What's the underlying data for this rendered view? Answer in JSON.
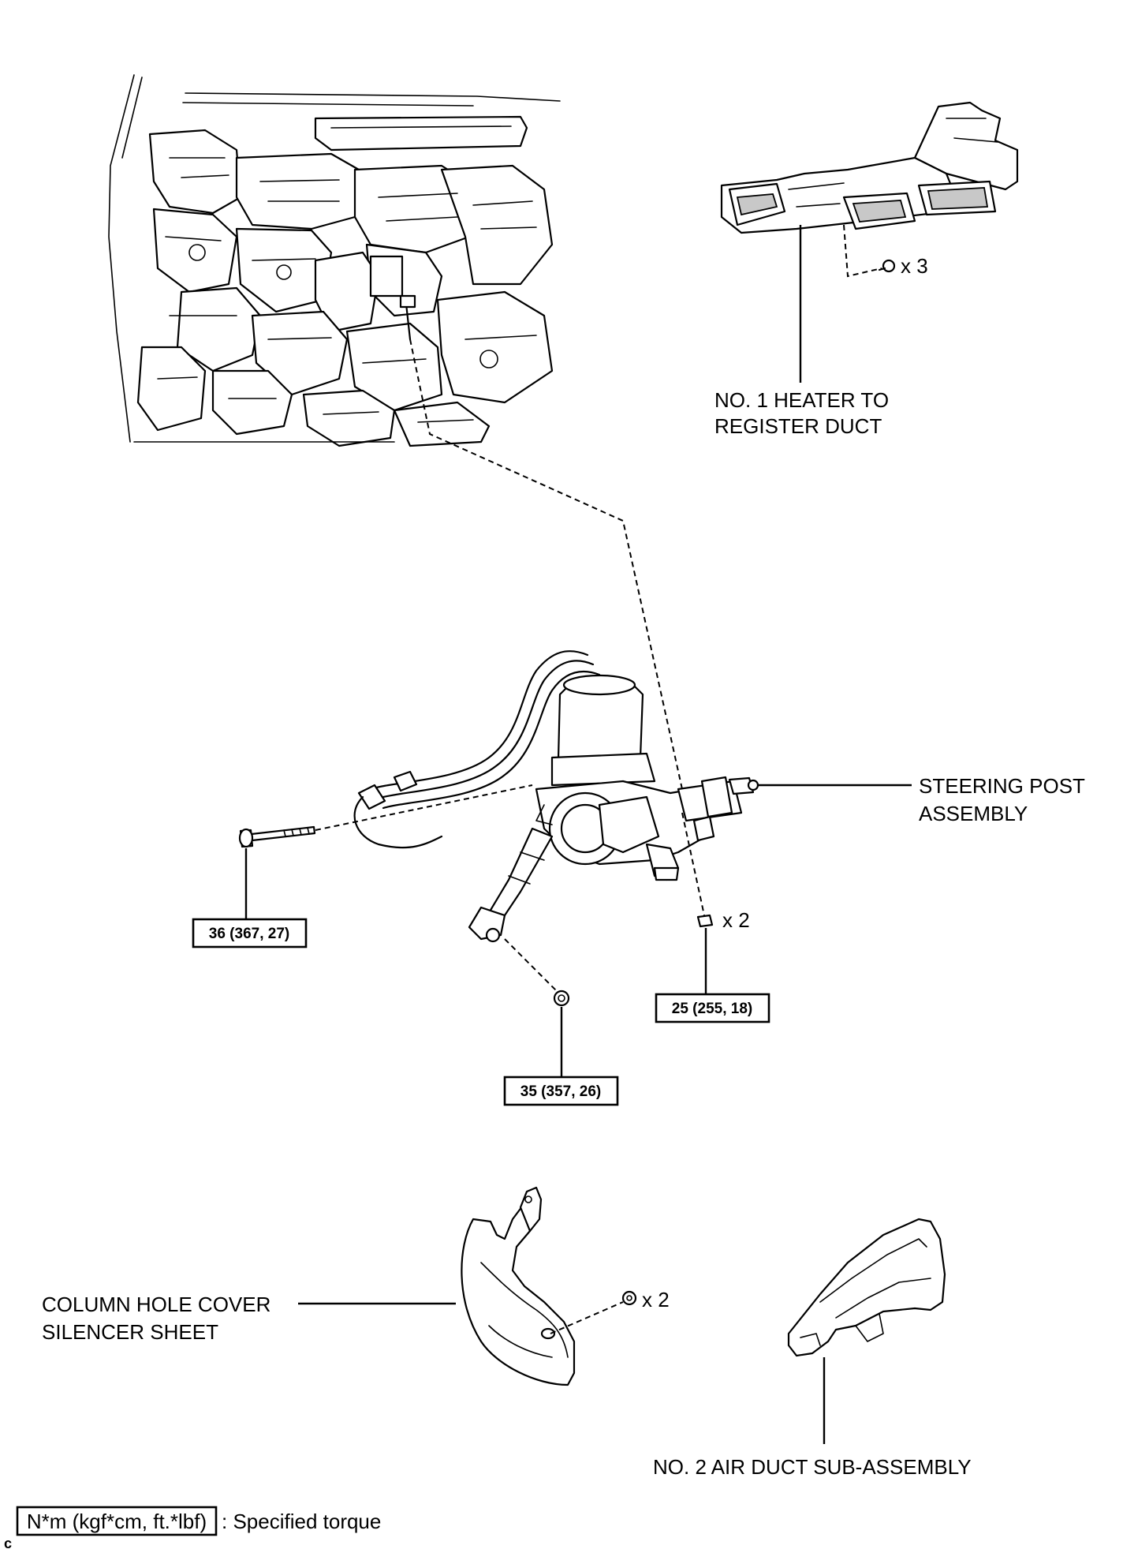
{
  "labels": {
    "heater_duct": [
      "NO. 1 HEATER TO",
      "REGISTER DUCT"
    ],
    "steering_post": [
      "STEERING POST",
      "ASSEMBLY"
    ],
    "column_hole_cover": [
      "COLUMN HOLE COVER",
      "SILENCER SHEET"
    ],
    "air_duct": "NO. 2 AIR DUCT SUB-ASSEMBLY"
  },
  "quantities": {
    "heater_duct_clips": "x 3",
    "steering_bolts": "x 2",
    "cover_nuts": "x 2"
  },
  "torques": {
    "long_bolt": "36 (367, 27)",
    "post_bolts": "25 (255, 18)",
    "lower_bolt": "35 (357, 26)"
  },
  "legend": {
    "unit": "N*m (kgf*cm, ft.*lbf)",
    "meaning": ": Specified torque"
  },
  "corner_mark": "c"
}
